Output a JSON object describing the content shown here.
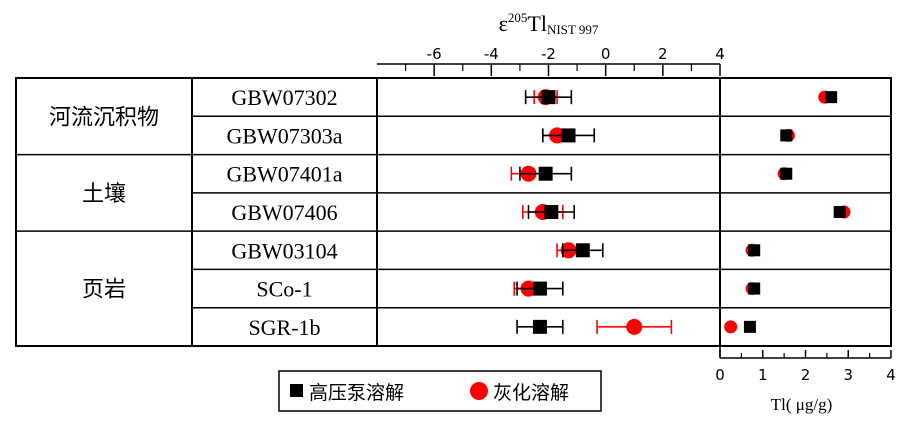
{
  "chart_data": {
    "type": "scatter",
    "panels": [
      {
        "name": "epsilon",
        "axis_title_main": "ε",
        "axis_title_sup": "205",
        "axis_title_rest": "Tl",
        "axis_title_sub": "NIST 997",
        "xlim": [
          -8,
          4
        ],
        "ticks": [
          -6,
          -4,
          -2,
          0,
          2,
          4
        ],
        "tick_labels": [
          "-6",
          "-4",
          "-2",
          "0",
          "2",
          "4"
        ],
        "axis_position": "top"
      },
      {
        "name": "concentration",
        "axis_title": "Tl( μg/g)",
        "xlim": [
          0,
          4
        ],
        "ticks": [
          0,
          1,
          2,
          3,
          4
        ],
        "tick_labels": [
          "0",
          "1",
          "2",
          "3",
          "4"
        ],
        "axis_position": "bottom"
      }
    ],
    "groups": [
      {
        "label": "河流沉积物",
        "rows": [
          0,
          1
        ]
      },
      {
        "label": "土壤",
        "rows": [
          2,
          3
        ]
      },
      {
        "label": "页岩",
        "rows": [
          4,
          5,
          6
        ]
      }
    ],
    "samples": [
      "GBW07302",
      "GBW07303a",
      "GBW07401a",
      "GBW07406",
      "GBW03104",
      "SCo-1",
      "SGR-1b"
    ],
    "series": [
      {
        "name": "高压泵溶解",
        "marker": "square",
        "color": "#000000",
        "epsilon": [
          -2.0,
          -1.3,
          -2.1,
          -1.9,
          -0.8,
          -2.3,
          -2.3
        ],
        "epsilon_err": [
          0.8,
          0.9,
          0.9,
          0.8,
          0.7,
          0.8,
          0.8
        ],
        "tl": [
          2.6,
          1.55,
          1.55,
          2.8,
          0.8,
          0.8,
          0.7
        ]
      },
      {
        "name": "灰化溶解",
        "marker": "circle",
        "color": "#ff0000",
        "epsilon": [
          -2.1,
          -1.7,
          -2.7,
          -2.2,
          -1.3,
          -2.7,
          1.0
        ],
        "epsilon_err": [
          0.4,
          0.5,
          0.6,
          0.7,
          0.4,
          0.5,
          1.3
        ],
        "tl": [
          2.45,
          1.6,
          1.5,
          2.9,
          0.75,
          0.75,
          0.25
        ]
      }
    ],
    "legend_position": "bottom-center"
  }
}
